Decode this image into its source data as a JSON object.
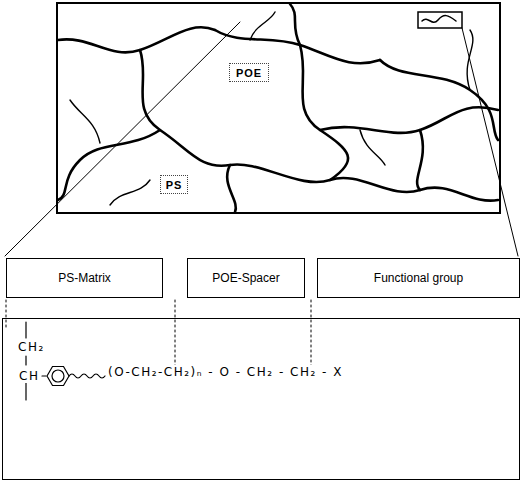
{
  "diagram": {
    "nodes": [
      {
        "text": [
          "POE"
        ]
      },
      {
        "text": [
          "PS"
        ]
      },
      {
        "text": [
          "PS-Matrix"
        ]
      },
      {
        "text": [
          "POE-Spacer"
        ]
      },
      {
        "text": [
          "Functional group"
        ]
      },
      {
        "text": [
          "CH₂",
          "CH",
          "(O-CH₂-CH₂)ₙ - O - CH₂ - CH₂ - X"
        ]
      }
    ]
  }
}
